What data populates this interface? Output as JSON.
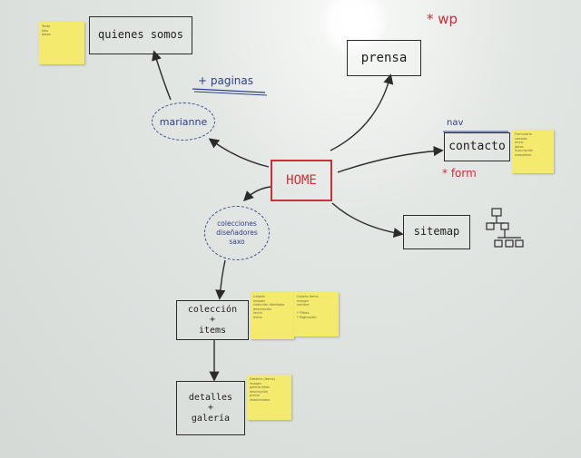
{
  "photo_title": "Whiteboard sitemap sketch",
  "colors": {
    "board": "#dde2df",
    "marker_black": "#2b2b2b",
    "marker_red": "#c8313a",
    "marker_blue": "#2d3f86",
    "sticky": "#f3ea6e"
  },
  "nodes": {
    "home": "HOME",
    "quienes_somos": "quienes somos",
    "prensa": "prensa",
    "contacto": "contacto",
    "sitemap": "sitemap",
    "coleccion_items": "colección\n+\nitems",
    "detalles_galeria": "detalles\n+\ngalería"
  },
  "bubbles": {
    "marianne": "marianne",
    "colecciones": "colecciones\ndiseñadores\nsaxo"
  },
  "annotations": {
    "wp": "* wp",
    "paginas": "+ paginas",
    "nav": "nav",
    "form": "* form"
  },
  "sticky_notes": {
    "quienes": "Texto\nfoto\ndatos",
    "contacto": "Formulario\ncampos\nenvio\ndatos\nSuscripción\nnewsletter",
    "coleccion_a": "Listado\nimagen\ncolección diseñador\ndescripción\nfecha\nitems",
    "coleccion_b": "Listado items\nimagen\nnombre\n\n* Filtros\n* Paginación",
    "detalles": "Detalles (items)\nimagen\ngalería fotos\ndescripción\nprecio\nrelacionados"
  },
  "icons": {
    "sitemap_diagram": "sitemap-tree-icon"
  }
}
